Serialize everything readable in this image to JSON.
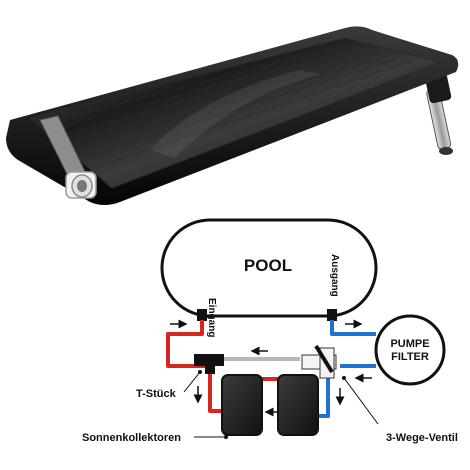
{
  "diagram": {
    "pool_label": "POOL",
    "inlet_label": "Eingang",
    "outlet_label": "Ausgang",
    "pump_label_line1": "PUMPE",
    "pump_label_line2": "FILTER",
    "tee_label": "T-Stück",
    "collectors_label": "Sonnenkollektoren",
    "valve_label": "3-Wege-Ventil"
  },
  "colors": {
    "hot_pipe": "#d7261e",
    "cold_pipe": "#1e73d2",
    "bypass_pipe": "#b8b8b8",
    "panel": "#1a1a1a",
    "outline": "#111111"
  },
  "icons": [
    "solar-panel-photo",
    "flow-arrow-icon",
    "three-way-valve-icon",
    "tee-fitting-icon"
  ]
}
